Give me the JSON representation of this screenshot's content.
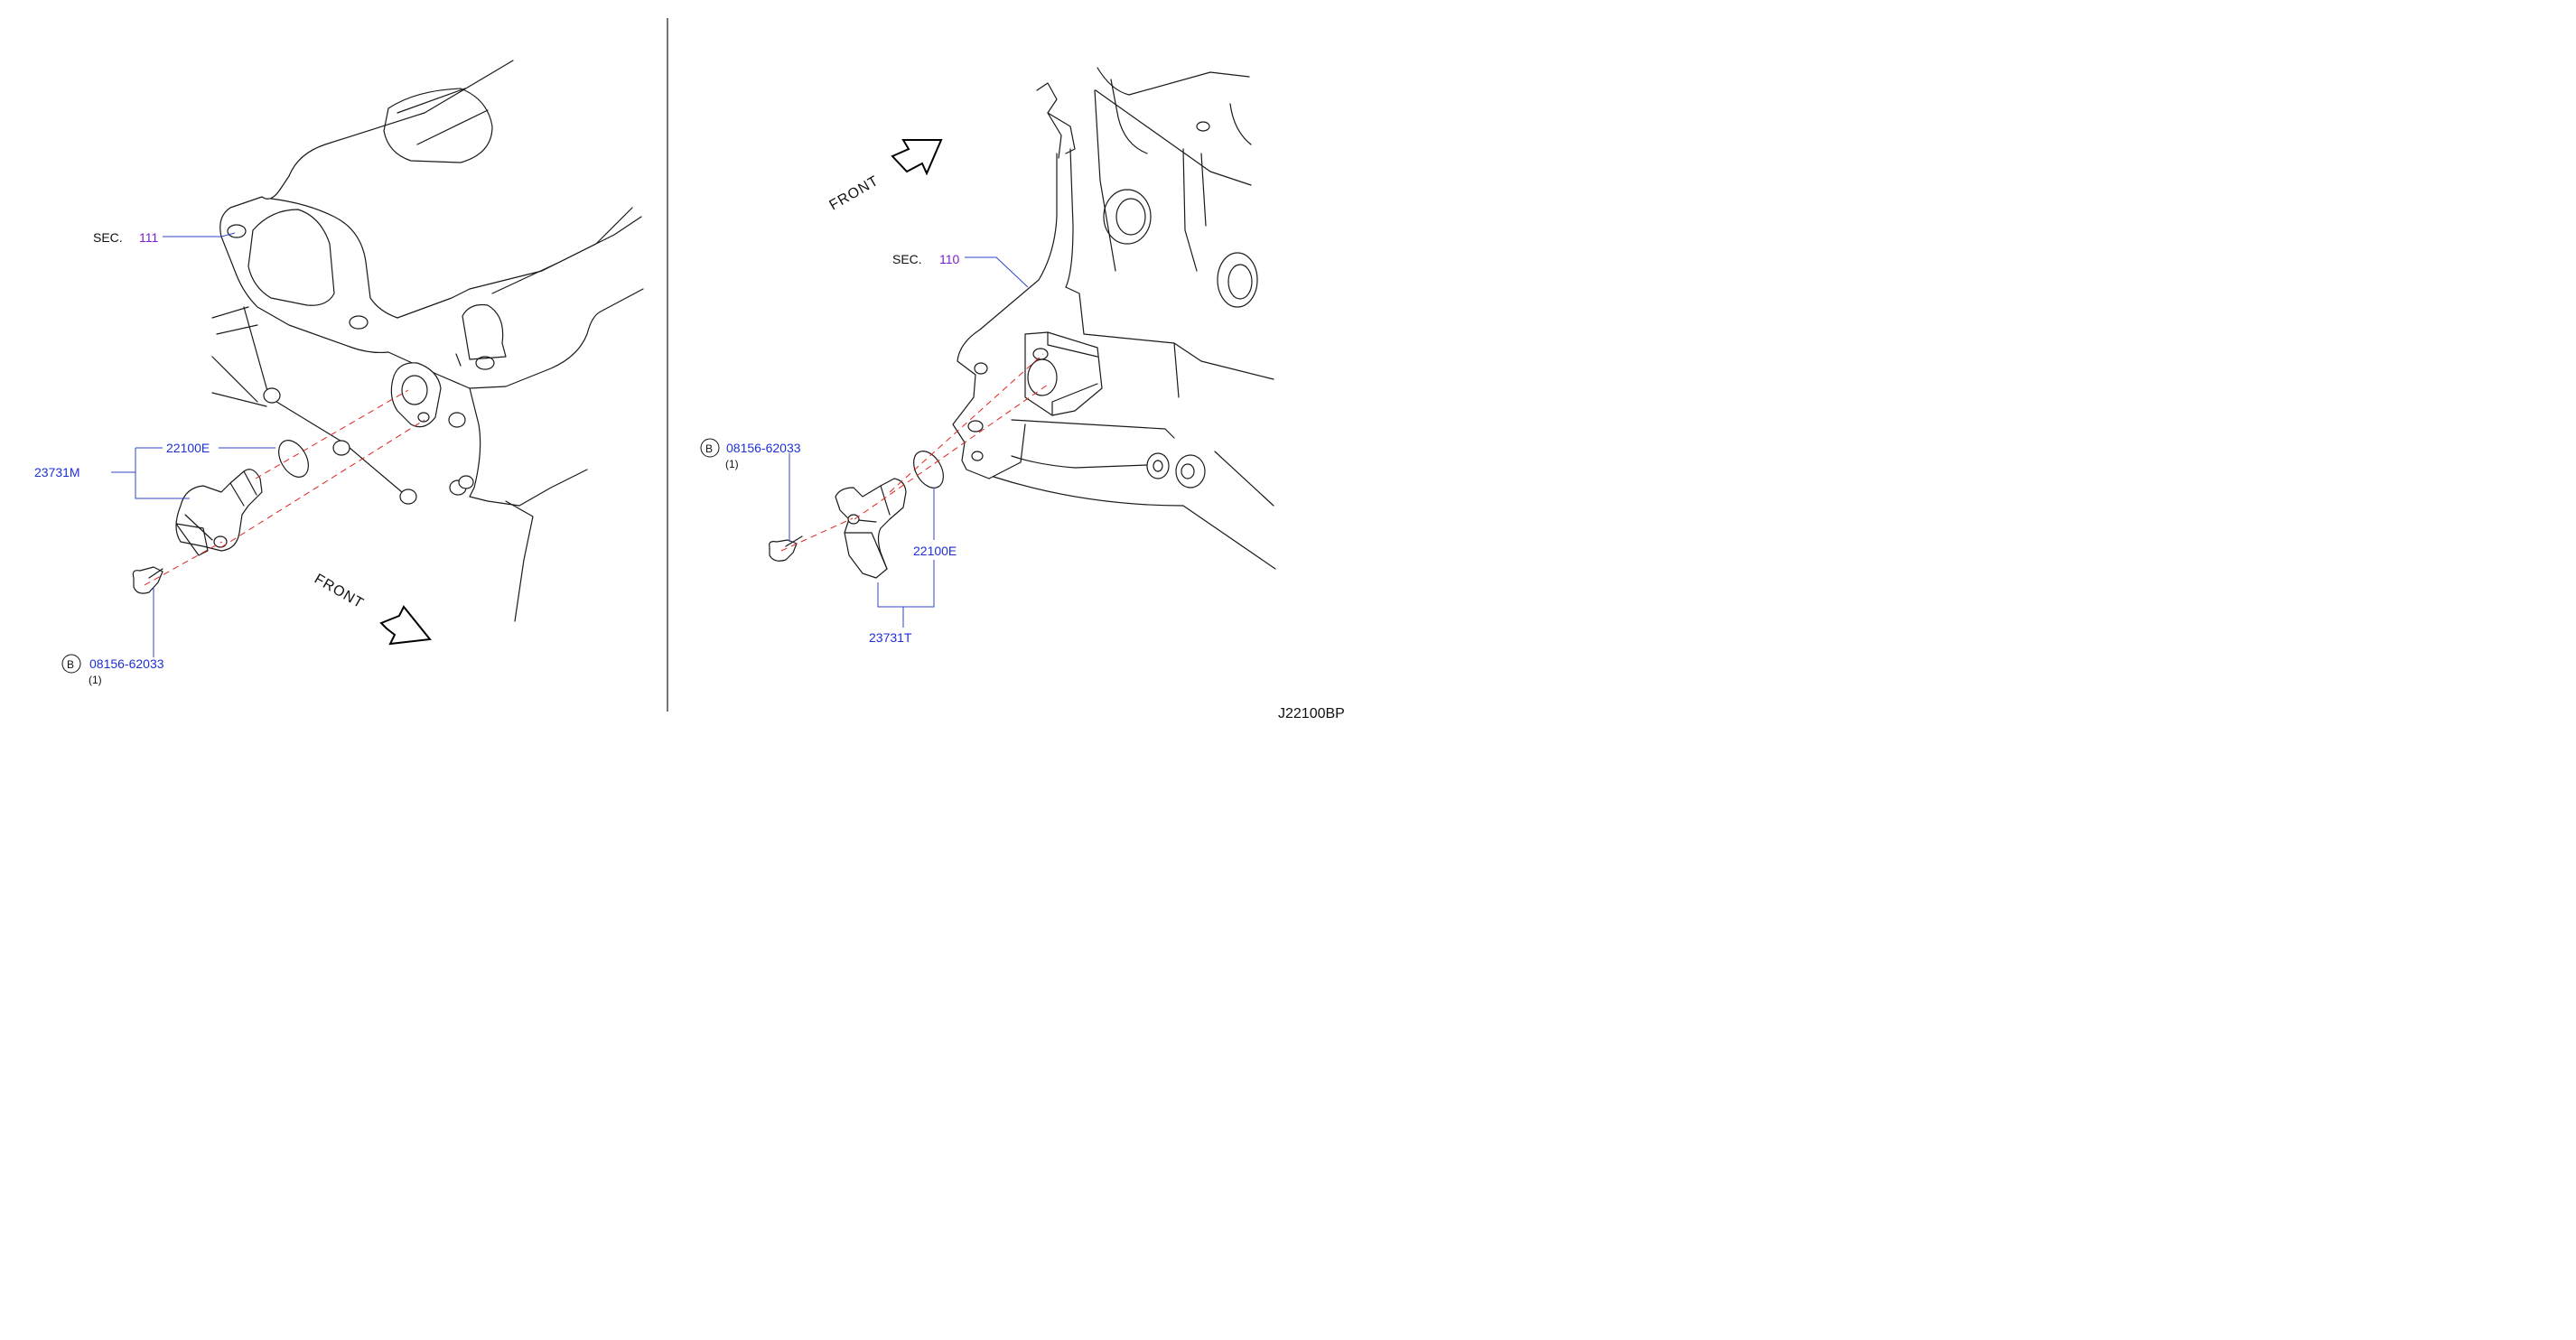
{
  "left_view": {
    "section_prefix": "SEC.",
    "section_number": "111",
    "oring_part": "22100E",
    "assembly_part": "23731M",
    "bolt_marker": "B",
    "bolt_part": "08156-62033",
    "bolt_qty": "(1)",
    "front_label": "FRONT"
  },
  "right_view": {
    "section_prefix": "SEC.",
    "section_number": "110",
    "oring_part": "22100E",
    "assembly_part": "23731T",
    "bolt_marker": "B",
    "bolt_part": "08156-62033",
    "bolt_qty": "(1)",
    "front_label": "FRONT"
  },
  "diagram_ref": "J22100BP",
  "colors": {
    "line_art": "#1a1a1a",
    "part_number": "#1f2fd6",
    "section_number": "#7a1fd0",
    "leader": "#2f46c8",
    "install_path": "#e0241e"
  }
}
